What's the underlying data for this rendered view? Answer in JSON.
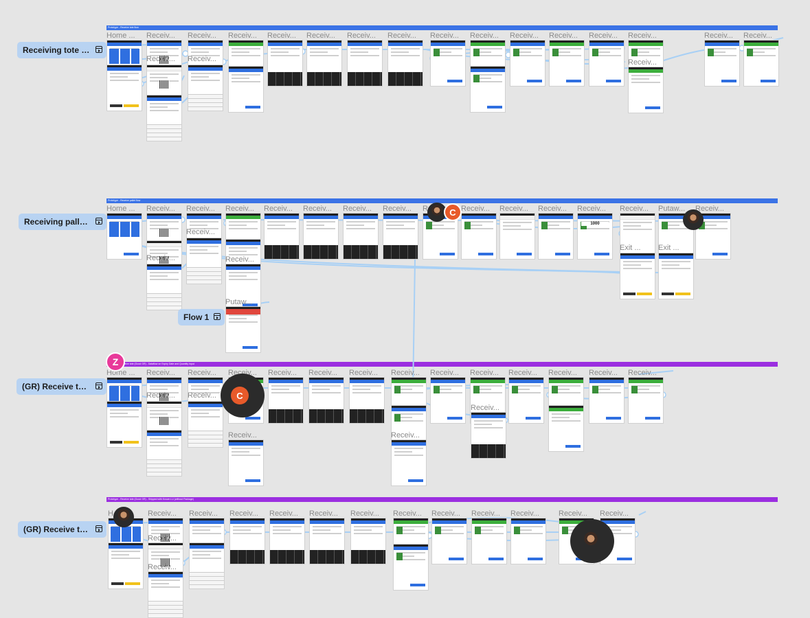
{
  "colors": {
    "canvas": "#e5e5e5",
    "section_blue": "#3b73e6",
    "section_purple": "#9b2fe0",
    "connector": "#a8d0f5",
    "flow_label_bg": "#b8d3f2"
  },
  "flows": [
    {
      "label": "Receiving tote fl...",
      "icon": "play-frame-icon"
    },
    {
      "label": "Receiving pallet...",
      "icon": "play-frame-icon"
    },
    {
      "label": "Flow 1",
      "icon": "play-frame-icon"
    },
    {
      "label": "(GR) Receive tot...",
      "icon": "play-frame-icon"
    },
    {
      "label": "(GR) Receive tot...",
      "icon": "play-frame-icon"
    }
  ],
  "sections": [
    {
      "title": "Prototype - Receive tote flow",
      "color": "#3b73e6"
    },
    {
      "title": "Prototype - Receive pallet flow",
      "color": "#3b73e6"
    },
    {
      "title": "Prototype - Receive tote (Good GR) - Dataflow on Expiry Date and Quantity Input",
      "color": "#9b2fe0"
    },
    {
      "title": "Prototype - Receive tote (Good GR) - Shipped with Known LU (without Package)",
      "color": "#9b2fe0"
    }
  ],
  "frame_labels": {
    "home": "Home ...",
    "receiv": "Receiv...",
    "receiv_short": "Receiv",
    "putaw": "Putaw...",
    "exit": "Exit ...",
    "home_h": "H"
  },
  "users": [
    {
      "initial": "",
      "kind": "photo"
    },
    {
      "initial": "C",
      "kind": "letter"
    },
    {
      "initial": "Z",
      "kind": "letter"
    }
  ],
  "display_numbers": {
    "quantity": "1000"
  }
}
